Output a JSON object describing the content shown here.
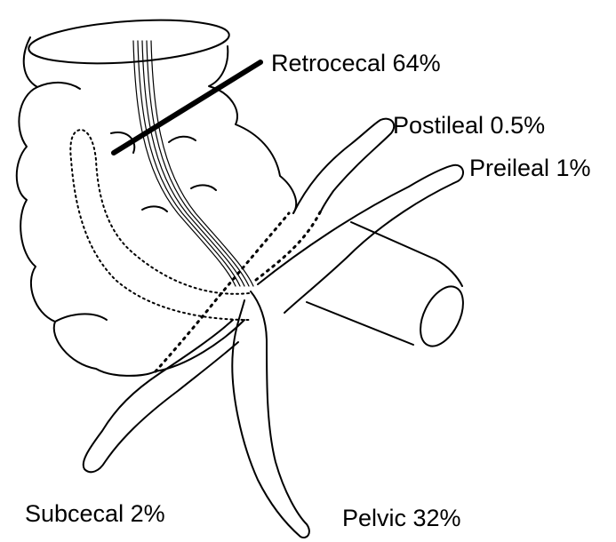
{
  "labels": {
    "retrocecal": "Retrocecal 64%",
    "postileal": "Postileal 0.5%",
    "preileal": "Preileal 1%",
    "subcecal": "Subcecal 2%",
    "pelvic": "Pelvic 32%"
  },
  "colors": {
    "ink": "#000000",
    "background": "#ffffff"
  }
}
